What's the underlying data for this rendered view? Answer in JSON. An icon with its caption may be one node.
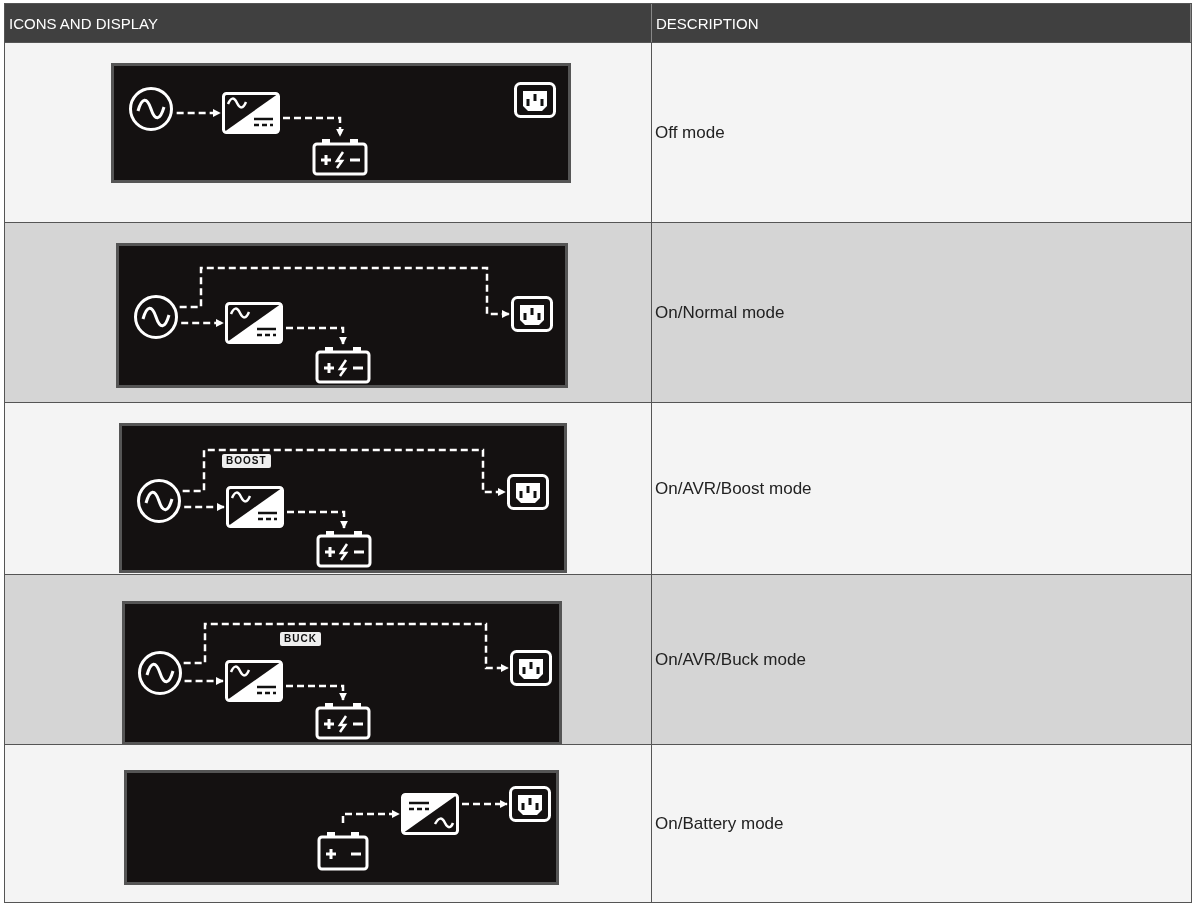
{
  "diagram": {
    "nodes": [
      {
        "text": [],
        "shape": "box"
      },
      {
        "text": [],
        "shape": "circle",
        "in": 0
      },
      {
        "text": [],
        "shape": "picture",
        "in": 0
      },
      {
        "text": [],
        "shape": "picture",
        "in": 0
      },
      {
        "text": [],
        "shape": "picture",
        "in": 0
      },
      {
        "text": [],
        "shape": "box"
      },
      {
        "text": [],
        "shape": "circle",
        "in": 5
      },
      {
        "text": [],
        "shape": "picture",
        "in": 5
      },
      {
        "text": [],
        "shape": "picture",
        "in": 5
      },
      {
        "text": [],
        "shape": "picture",
        "in": 5
      },
      {
        "text": [],
        "shape": "box"
      },
      {
        "text": [],
        "shape": "circle",
        "in": 10
      },
      {
        "text": [],
        "shape": "picture",
        "in": 10
      },
      {
        "text": [],
        "shape": "picture",
        "in": 10
      },
      {
        "text": [],
        "shape": "picture",
        "in": 10
      },
      {
        "text": [],
        "shape": "box"
      },
      {
        "text": [],
        "shape": "circle",
        "in": 15
      },
      {
        "text": [],
        "shape": "picture",
        "in": 15
      },
      {
        "text": [],
        "shape": "picture",
        "in": 15
      },
      {
        "text": [],
        "shape": "picture",
        "in": 15
      },
      {
        "text": [],
        "shape": "box"
      },
      {
        "text": [],
        "shape": "picture",
        "in": 20
      },
      {
        "text": [],
        "shape": "picture",
        "in": 20
      },
      {
        "text": [],
        "shape": "picture",
        "in": 20
      }
    ],
    "edges": [
      {
        "from": 1,
        "to": 2,
        "arrow": "to",
        "style": "dashed"
      },
      {
        "from": 2,
        "to": 3,
        "arrow": "to",
        "style": "dashed"
      },
      {
        "from": 6,
        "to": 7,
        "arrow": "to",
        "style": "dashed"
      },
      {
        "from": 7,
        "to": 8,
        "arrow": "to",
        "style": "dashed"
      },
      {
        "from": 6,
        "to": 9,
        "arrow": "to",
        "style": "dashed"
      },
      {
        "from": 11,
        "to": 12,
        "arrow": "to",
        "style": "dashed"
      },
      {
        "from": 12,
        "to": 13,
        "arrow": "to",
        "style": "dashed"
      },
      {
        "from": 11,
        "to": 14,
        "arrow": "to",
        "style": "dashed"
      },
      {
        "from": 16,
        "to": 17,
        "arrow": "to",
        "style": "dashed"
      },
      {
        "from": 17,
        "to": 18,
        "arrow": "to",
        "style": "dashed"
      },
      {
        "from": 16,
        "to": 19,
        "arrow": "to",
        "style": "dashed"
      },
      {
        "from": 21,
        "to": 22,
        "arrow": "to",
        "style": "dashed"
      },
      {
        "from": 22,
        "to": 23,
        "arrow": "to",
        "style": "dashed"
      }
    ],
    "labels": [
      "ICONS AND DISPLAY",
      "DESCRIPTION",
      "Off mode",
      "On/Normal mode",
      "BOOST",
      "On/AVR/Boost mode",
      "BUCK",
      "On/AVR/Buck mode",
      "On/Battery mode"
    ]
  }
}
